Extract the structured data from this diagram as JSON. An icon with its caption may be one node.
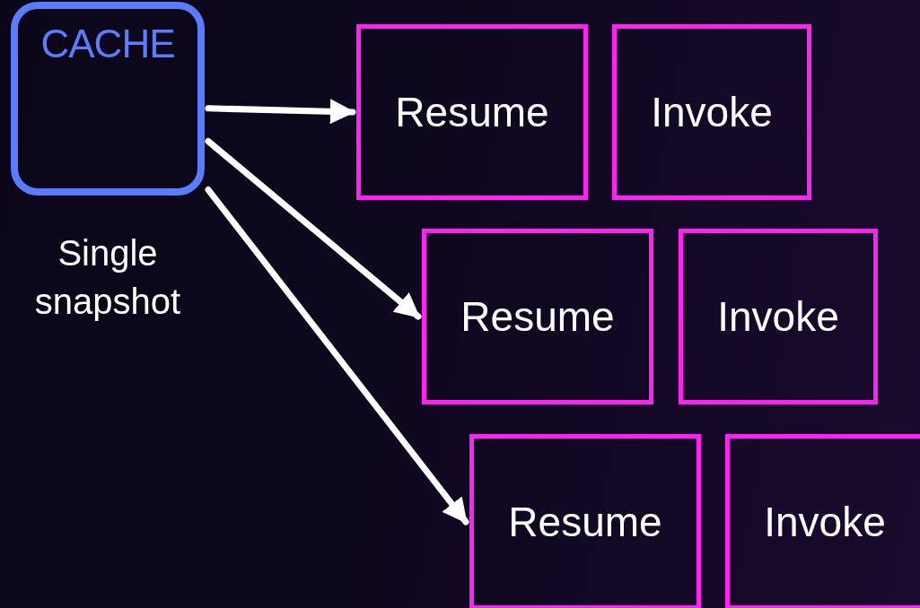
{
  "diagram": {
    "nodes": [
      {
        "text": [
          "CACHE"
        ],
        "beside": [
          "Single snapshot"
        ]
      },
      {
        "text": [
          "Resume"
        ]
      },
      {
        "text": [
          "Invoke"
        ]
      },
      {
        "text": [
          "Resume"
        ]
      },
      {
        "text": [
          "Invoke"
        ]
      },
      {
        "text": [
          "Resume"
        ]
      },
      {
        "text": [
          "Invoke"
        ]
      }
    ],
    "edges": [
      {
        "from": 0,
        "to": 1,
        "arrow": "to"
      },
      {
        "from": 0,
        "to": 3,
        "arrow": "to"
      },
      {
        "from": 0,
        "to": 5,
        "arrow": "to"
      }
    ]
  }
}
